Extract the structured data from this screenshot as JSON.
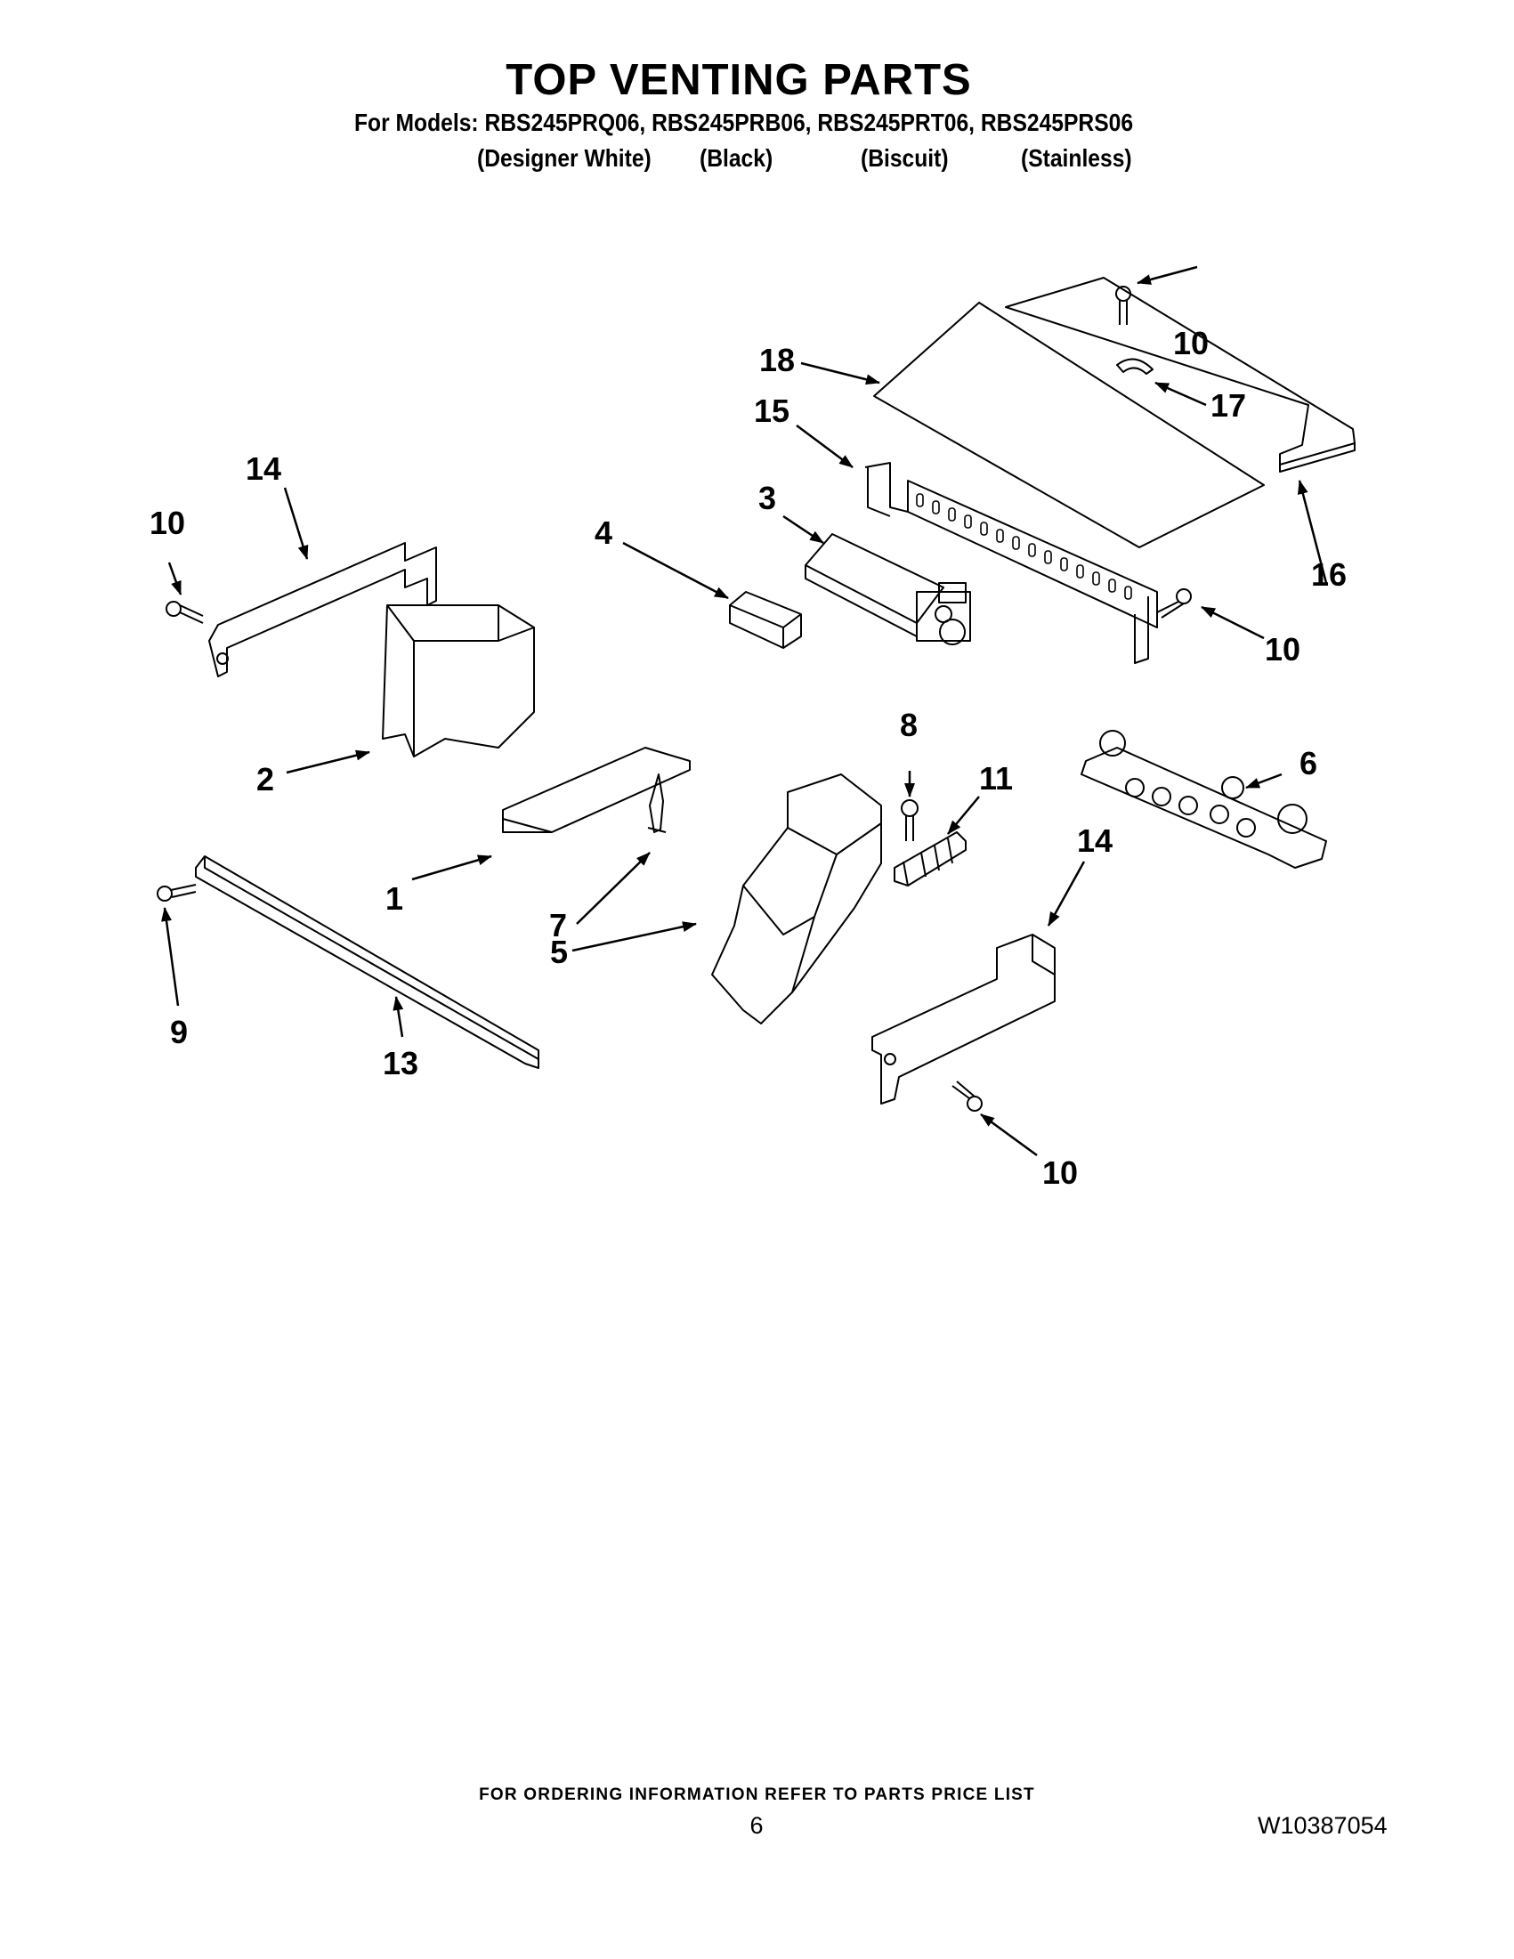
{
  "header": {
    "title": "TOP VENTING PARTS",
    "models_line": "For Models: RBS245PRQ06, RBS245PRB06, RBS245PRT06, RBS245PRS06",
    "colors": [
      "(Designer White)",
      "(Black)",
      "(Biscuit)",
      "(Stainless)"
    ]
  },
  "callouts": {
    "c1": "1",
    "c2": "2",
    "c3": "3",
    "c4": "4",
    "c5": "5",
    "c6": "6",
    "c7": "7",
    "c8": "8",
    "c9": "9",
    "c10a": "10",
    "c10b": "10",
    "c10c": "10",
    "c10d": "10",
    "c11": "11",
    "c13": "13",
    "c14a": "14",
    "c14b": "14",
    "c15": "15",
    "c16": "16",
    "c17": "17",
    "c18": "18"
  },
  "footer": {
    "ordering_note": "FOR ORDERING INFORMATION REFER TO PARTS PRICE LIST",
    "page_number": "6",
    "document_number": "W10387054"
  }
}
